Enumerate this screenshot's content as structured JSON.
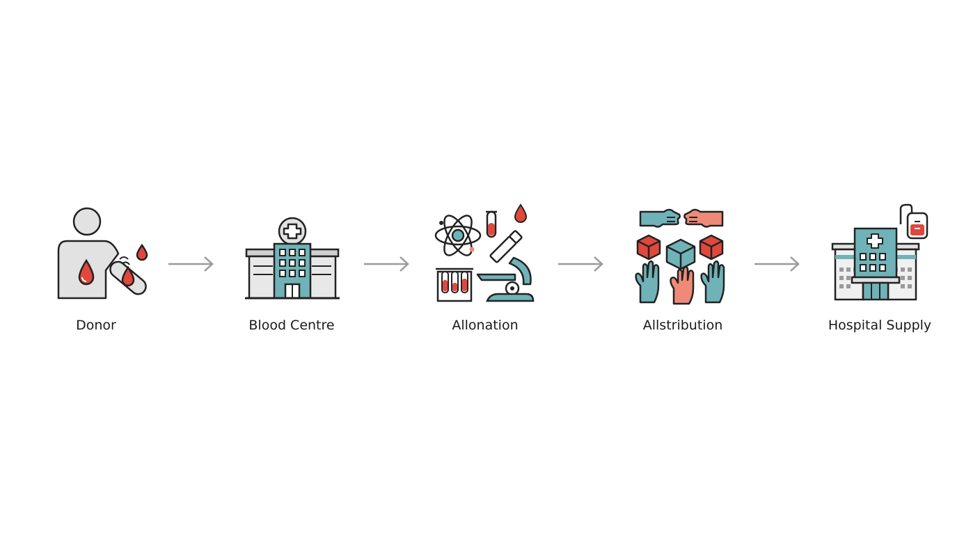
{
  "colors": {
    "outline": "#222222",
    "teal": "#6fb3b8",
    "red": "#e0483c",
    "salmon": "#ef8a78",
    "gray": "#e2e2e2",
    "arrow": "#9a9a9a"
  },
  "steps": [
    {
      "label": "Donor",
      "icon": "donor-icon"
    },
    {
      "label": "Blood Centre",
      "icon": "blood-centre-building-icon"
    },
    {
      "label": "Allonation",
      "icon": "lab-science-icon"
    },
    {
      "label": "Allstribution",
      "icon": "distribution-hands-boxes-icon"
    },
    {
      "label": "Hospital Supply",
      "icon": "hospital-blood-bag-icon"
    }
  ]
}
